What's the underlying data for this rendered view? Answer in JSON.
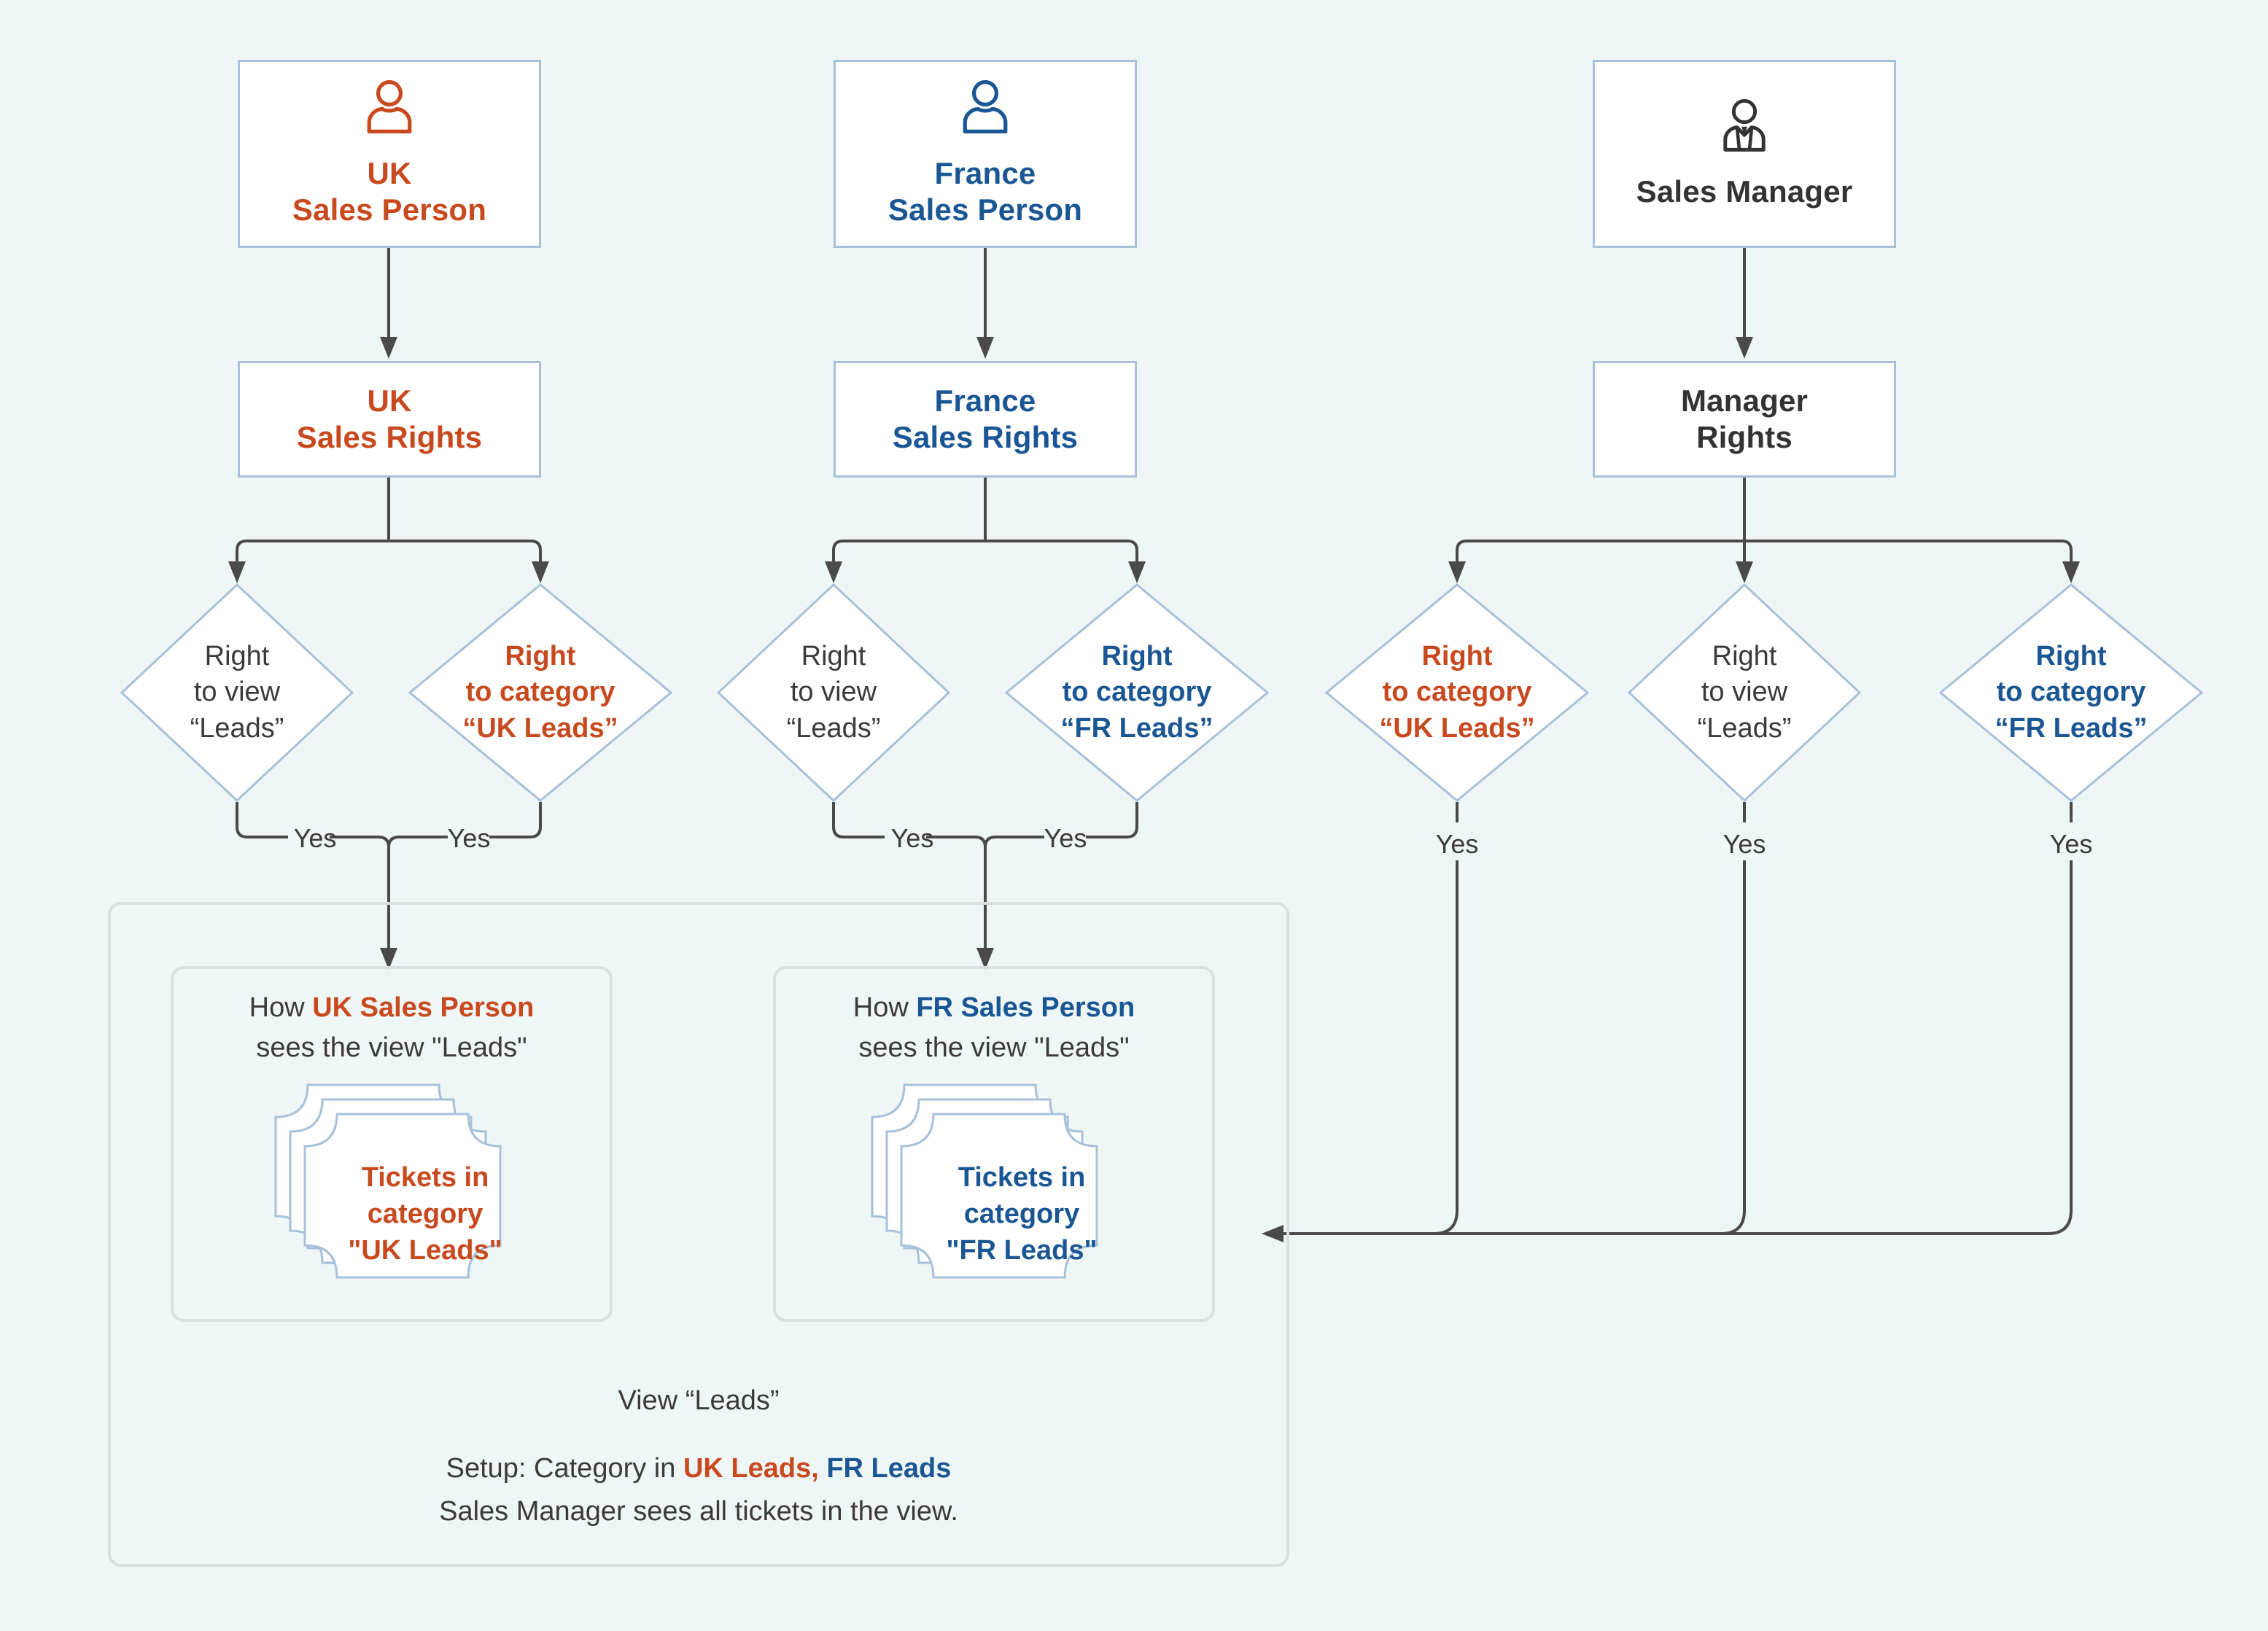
{
  "colors": {
    "background": "#eff6f6",
    "orange": "#c8491e",
    "blue": "#1a5693",
    "dark": "#3a3a3a",
    "box_border": "#a7c1da",
    "container_border": "#dcdfe1",
    "connector": "#4a4a4a"
  },
  "roles": [
    {
      "id": "uk-sales-person",
      "icon": "person-icon",
      "icon_color": "#c8491e",
      "color": "#c8491e",
      "lines": [
        "UK",
        "Sales Person"
      ]
    },
    {
      "id": "france-sales-person",
      "icon": "person-icon",
      "icon_color": "#1a5693",
      "color": "#1a5693",
      "lines": [
        "France",
        "Sales Person"
      ]
    },
    {
      "id": "sales-manager",
      "icon": "manager-icon",
      "icon_color": "#333333",
      "color": "#333333",
      "lines": [
        "Sales Manager"
      ]
    }
  ],
  "rights": [
    {
      "id": "uk-sales-rights",
      "color": "#c8491e",
      "lines": [
        "UK",
        "Sales Rights"
      ]
    },
    {
      "id": "france-sales-rights",
      "color": "#1a5693",
      "lines": [
        "France",
        "Sales Rights"
      ]
    },
    {
      "id": "manager-rights",
      "color": "#333333",
      "lines": [
        "Manager",
        "Rights"
      ]
    }
  ],
  "decisions": [
    {
      "id": "uk-right-to-view",
      "style": "plain",
      "lines": [
        "Right",
        "to view",
        "“Leads”"
      ]
    },
    {
      "id": "uk-right-to-category",
      "style": "orange",
      "lines": [
        "Right",
        "to category",
        "“UK Leads”"
      ]
    },
    {
      "id": "fr-right-to-view",
      "style": "plain",
      "lines": [
        "Right",
        "to view",
        "“Leads”"
      ]
    },
    {
      "id": "fr-right-to-category",
      "style": "blue",
      "lines": [
        "Right",
        "to category",
        "“FR Leads”"
      ]
    },
    {
      "id": "mgr-right-to-category-uk",
      "style": "orange",
      "lines": [
        "Right",
        "to category",
        "“UK Leads”"
      ]
    },
    {
      "id": "mgr-right-to-view",
      "style": "plain",
      "lines": [
        "Right",
        "to view",
        "“Leads”"
      ]
    },
    {
      "id": "mgr-right-to-category-fr",
      "style": "blue",
      "lines": [
        "Right",
        "to category",
        "“FR Leads”"
      ]
    }
  ],
  "yes_labels": [
    {
      "id": "yes-uk-view",
      "text": "Yes"
    },
    {
      "id": "yes-uk-category",
      "text": "Yes"
    },
    {
      "id": "yes-fr-view",
      "text": "Yes"
    },
    {
      "id": "yes-fr-category",
      "text": "Yes"
    },
    {
      "id": "yes-mgr-uk",
      "text": "Yes"
    },
    {
      "id": "yes-mgr-view",
      "text": "Yes"
    },
    {
      "id": "yes-mgr-fr",
      "text": "Yes"
    }
  ],
  "view_cards": [
    {
      "id": "uk-view-card",
      "title_prefix": "How ",
      "title_person": "UK Sales Person",
      "title_person_color": "orange",
      "title_second_line": "sees the view \"Leads\"",
      "ticket_style": "orange",
      "ticket_lines": [
        "Tickets in",
        "category",
        "\"UK Leads\""
      ]
    },
    {
      "id": "fr-view-card",
      "title_prefix": "How ",
      "title_person": "FR Sales Person",
      "title_person_color": "blue",
      "title_second_line": "sees the view \"Leads\"",
      "ticket_style": "blue",
      "ticket_lines": [
        "Tickets in",
        "category",
        "\"FR Leads\""
      ]
    }
  ],
  "footer": {
    "view_label": "View “Leads”",
    "setup_prefix": "Setup: Category in ",
    "setup_uk": "UK Leads,",
    "setup_fr": " FR Leads",
    "setup_line2": "Sales Manager sees all tickets in the view."
  }
}
